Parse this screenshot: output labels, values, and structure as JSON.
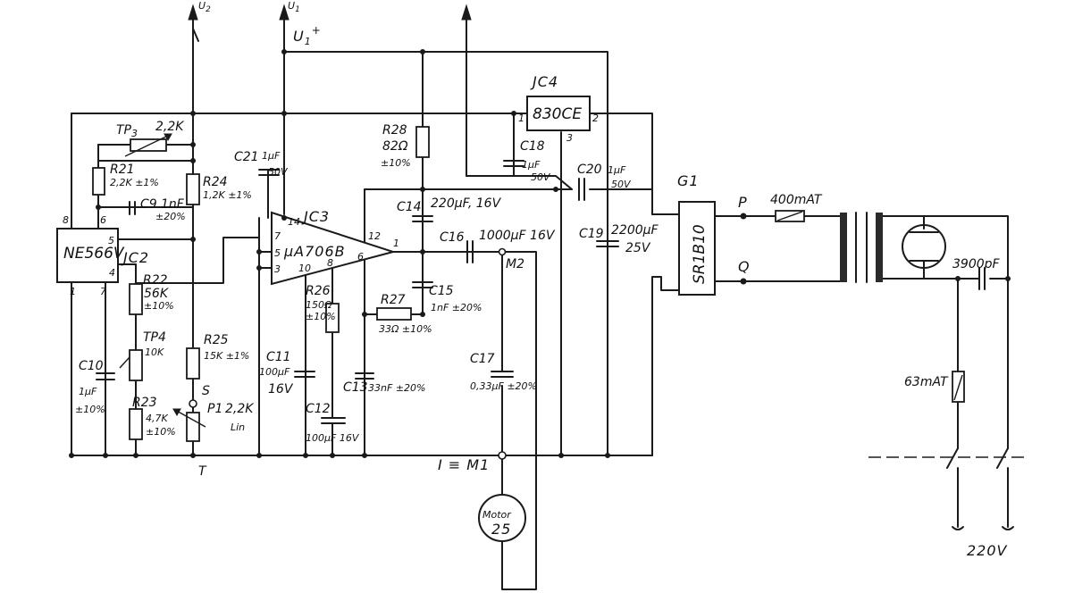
{
  "rails": {
    "u2": "U",
    "u2_sub": "2",
    "u1": "U",
    "u1_sub": "1",
    "u1_plus_label": "U",
    "u1_plus_sub": "1",
    "u1_plus_sup": "+"
  },
  "ics": {
    "jc2_chip": "NE566V",
    "jc2_label": "JC2",
    "jc2_pin8": "8",
    "jc2_pin6": "6",
    "jc2_pin5": "5",
    "jc2_pin4": "4",
    "jc2_pin1": "1",
    "jc2_pin7": "7",
    "jc3_chip": "μA706B",
    "jc3_label": "JC3",
    "jc3_pin7": "7",
    "jc3_pin14": "14",
    "jc3_pin5": "5",
    "jc3_pin3": "3",
    "jc3_pin10": "10",
    "jc3_pin8": "8",
    "jc3_pin6": "6",
    "jc3_pin12": "12",
    "jc3_pin1": "1",
    "jc4_chip": "830CE",
    "jc4_label": "JC4",
    "jc4_pin1": "1",
    "jc4_pin2": "2",
    "jc4_pin3": "3",
    "g1_chip": "SR1B10",
    "g1_label": "G1"
  },
  "components": {
    "tp3_name": "TP",
    "tp3_sub": "3",
    "tp3_value": "2,2K",
    "r21_name": "R21",
    "r21_value": "2,2K ±1%",
    "c9_name": "C9",
    "c9_value": "1nF",
    "c9_tol": "±20%",
    "r24_name": "R24",
    "r24_value": "1,2K ±1%",
    "c21_name": "C21",
    "c21_value": "1μF",
    "c21_volt": "50V",
    "r22_name": "R22",
    "r22_value": "56K",
    "r22_tol": "±10%",
    "tp4_name": "TP4",
    "tp4_value": "10K",
    "c10_name": "C10",
    "c10_value": "1μF",
    "c10_tol": "±10%",
    "r23_name": "R23",
    "r23_value": "4,7K",
    "r23_tol": "±10%",
    "r25_name": "R25",
    "r25_value": "15K ±1%",
    "s_label": "S",
    "p1_name": "P1",
    "p1_value": "2,2K",
    "p1_lin": "Lin",
    "t_label": "T",
    "c11_name": "C11",
    "c11_value": "100μF",
    "c11_volt": "16V",
    "r26_name": "R26",
    "r26_value": "150Ω",
    "r26_tol": "±10%",
    "c12_name": "C12",
    "c12_value": "100μF 16V",
    "c13_name": "C13",
    "c13_value": "33nF ±20%",
    "r28_name": "R28",
    "r28_value": "82Ω",
    "r28_tol": "±10%",
    "c14_name": "C14",
    "c14_value": "220μF, 16V",
    "c16_name": "C16",
    "c16_value": "1000μF 16V",
    "r27_name": "R27",
    "r27_value": "33Ω ±10%",
    "c15_name": "C15",
    "c15_value": "1nF ±20%",
    "m2_label": "M2",
    "c17_name": "C17",
    "c17_value": "0,33μF ±20%",
    "m1_label": "I ≡ M1",
    "motor_line1": "Motor",
    "motor_line2": "25",
    "c18_name": "C18",
    "c18_value": "1μF",
    "c18_volt": "50V",
    "c20_name": "C20",
    "c20_value": "1μF",
    "c20_volt": "50V",
    "c19_name": "C19",
    "c19_value": "2200μF",
    "c19_volt": "25V",
    "p_label": "P",
    "q_label": "Q",
    "fuse1_value": "400mAT",
    "cap_out_value": "3900pF",
    "fuse2_value": "63mAT",
    "mains_value": "220V"
  }
}
